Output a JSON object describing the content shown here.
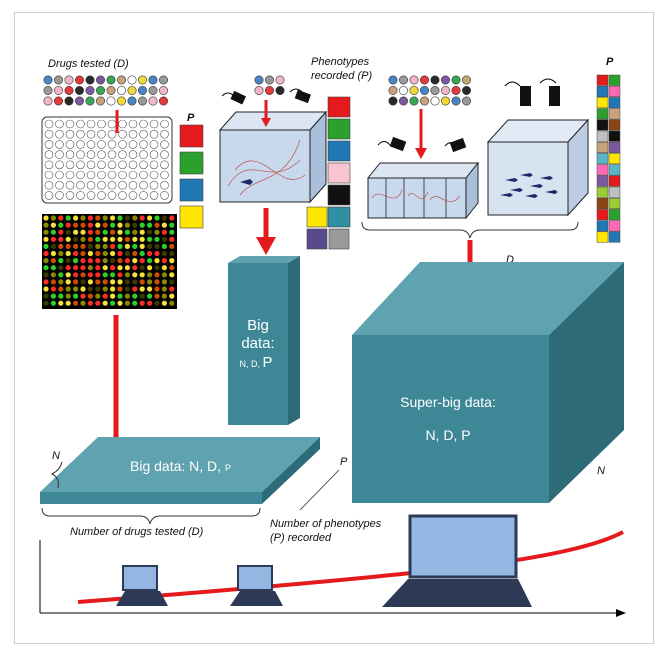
{
  "labels": {
    "drugs_tested": "Drugs tested (D)",
    "phenotypes_line1": "Phenotypes",
    "phenotypes_line2": "recorded (P)",
    "p_left": "P",
    "p_right": "P",
    "d_top": "D",
    "n_right": "N",
    "n_left": "N",
    "p_slab": "P",
    "number_drugs": "Number of drugs tested (D)",
    "number_phen_line1": "Number of phenotypes",
    "number_phen_line2": "(P) recorded"
  },
  "blocks": {
    "slab_text_main": "Big data: N, D, ",
    "slab_text_small": "P",
    "column_line1": "Big",
    "column_line2": "data:",
    "column_line3_small": "N, D, ",
    "column_line3_big": "P",
    "cube_line1": "Super-big data:",
    "cube_line2": "N, D, P"
  },
  "colors": {
    "block_front": "#3d8796",
    "block_top": "#5fa2b0",
    "block_side": "#2e6b78",
    "arrow": "#e41a1c",
    "screen": "#93b6e3",
    "laptop_dark": "#2d3a55"
  },
  "palettes": {
    "drug_dots": [
      "#4a86c5",
      "#e23a3a",
      "#3aa655",
      "#f0d93a",
      "#f2b6c6",
      "#7a5a9e",
      "#ffffff",
      "#999999",
      "#2a2a2a",
      "#c7a27a"
    ],
    "phenotype_swatches_left": [
      "#e41a1c",
      "#2ca02c",
      "#1f77b4",
      "#ffe600"
    ],
    "phenotype_swatches_mid": [
      "#e41a1c",
      "#2ca02c",
      "#1f77b4",
      "#f7c4cf",
      "#111111",
      "#2f8fa3",
      "#ffe600",
      "#8c8c8c",
      "#5b4a8a",
      "#999999"
    ],
    "phenotype_swatches_right": [
      "#e41a1c",
      "#1f77b4",
      "#ffe600",
      "#2ca02c",
      "#111111",
      "#bfbfbf",
      "#c7a27a",
      "#5bb5c8",
      "#ff69b4",
      "#7a5a9e",
      "#9acd32",
      "#8b4513"
    ]
  }
}
